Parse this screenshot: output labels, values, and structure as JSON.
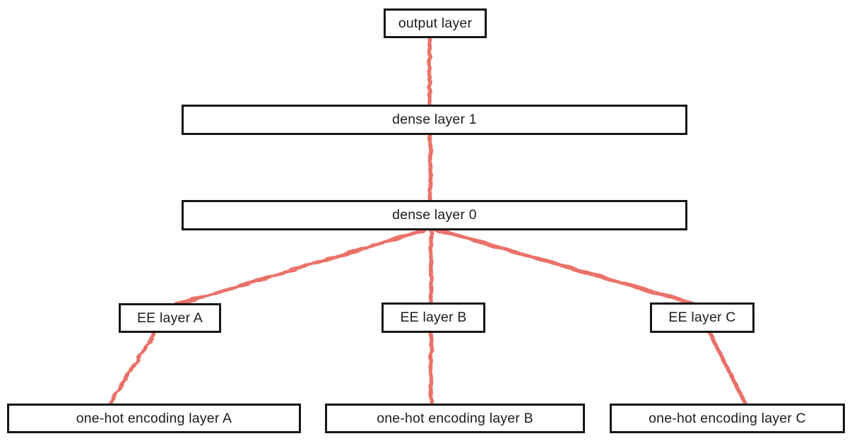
{
  "diagram": {
    "type": "neural-network-architecture",
    "background_color": "#ffffff",
    "box_border_color": "#161616",
    "edge_color": "#e8655b",
    "nodes": [
      {
        "id": "output",
        "label": "output layer"
      },
      {
        "id": "dense1",
        "label": "dense layer 1"
      },
      {
        "id": "dense0",
        "label": "dense layer 0"
      },
      {
        "id": "ee_a",
        "label": "EE layer A"
      },
      {
        "id": "ee_b",
        "label": "EE layer B"
      },
      {
        "id": "ee_c",
        "label": "EE layer C"
      },
      {
        "id": "onehot_a",
        "label": "one-hot encoding layer A"
      },
      {
        "id": "onehot_b",
        "label": "one-hot encoding layer B"
      },
      {
        "id": "onehot_c",
        "label": "one-hot encoding layer C"
      }
    ],
    "edges": [
      {
        "from": "output",
        "to": "dense1"
      },
      {
        "from": "dense1",
        "to": "dense0"
      },
      {
        "from": "dense0",
        "to": "ee_a"
      },
      {
        "from": "dense0",
        "to": "ee_b"
      },
      {
        "from": "dense0",
        "to": "ee_c"
      },
      {
        "from": "ee_a",
        "to": "onehot_a"
      },
      {
        "from": "ee_b",
        "to": "onehot_b"
      },
      {
        "from": "ee_c",
        "to": "onehot_c"
      }
    ]
  }
}
